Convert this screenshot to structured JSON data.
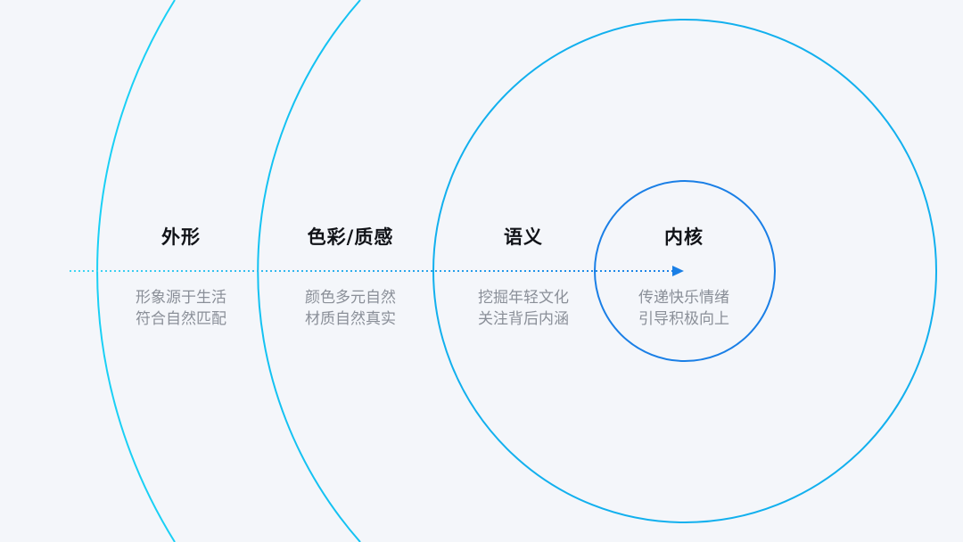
{
  "layers": [
    {
      "title": "外形",
      "line1": "形象源于生活",
      "line2": "符合自然匹配"
    },
    {
      "title": "色彩/质感",
      "line1": "颜色多元自然",
      "line2": "材质自然真实"
    },
    {
      "title": "语义",
      "line1": "挖掘年轻文化",
      "line2": "关注背后内涵"
    },
    {
      "title": "内核",
      "line1": "传递快乐情绪",
      "line2": "引导积极向上"
    }
  ],
  "colors": {
    "ring_outer": "#1ad0f5",
    "ring_mid": "#14c2f2",
    "ring_inner": "#12b0ee",
    "ring_core": "#1a7fe6",
    "arrow_start": "#3fd6f2",
    "arrow_end": "#1a7fe6",
    "background": "#f4f6fa"
  }
}
